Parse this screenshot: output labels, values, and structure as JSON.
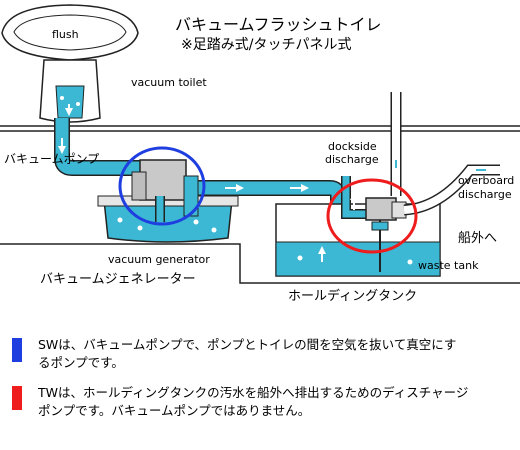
{
  "title": {
    "line1": "バキュームフラッシュトイレ",
    "line2": "※足踏み式/タッチパネル式"
  },
  "labels": {
    "flush": "flush",
    "vacuum_toilet": "vacuum toilet",
    "vacuum_pump_jp": "バキュームポンプ",
    "dockside_line1": "dockside",
    "dockside_line2": "discharge",
    "overboard_line1": "overboard",
    "overboard_line2": "discharge",
    "overboard_jp": "船外へ",
    "vacuum_generator": "vacuum generator",
    "vacuum_generator_jp": "バキュームジェネレーター",
    "waste_tank": "waste tank",
    "holding_tank_jp": "ホールディングタンク"
  },
  "notes": [
    {
      "color": "#1f3ee0",
      "line1": "SWは、バキュームポンプで、ポンプとトイレの間を空気を抜いて真空にす",
      "line2": "るポンプです。"
    },
    {
      "color": "#ee1c1c",
      "line1": "TWは、ホールディングタンクの汚水を船外へ排出するためのディスチャージ",
      "line2": "ポンプです。バキュームポンプではありません。"
    }
  ],
  "colors": {
    "water": "#3cb8d4",
    "water_light": "#bfe6f0",
    "pump_gray": "#c9c9c9",
    "outline": "#222222",
    "blue_circle": "#1f3ee0",
    "red_circle": "#ee1c1c"
  }
}
